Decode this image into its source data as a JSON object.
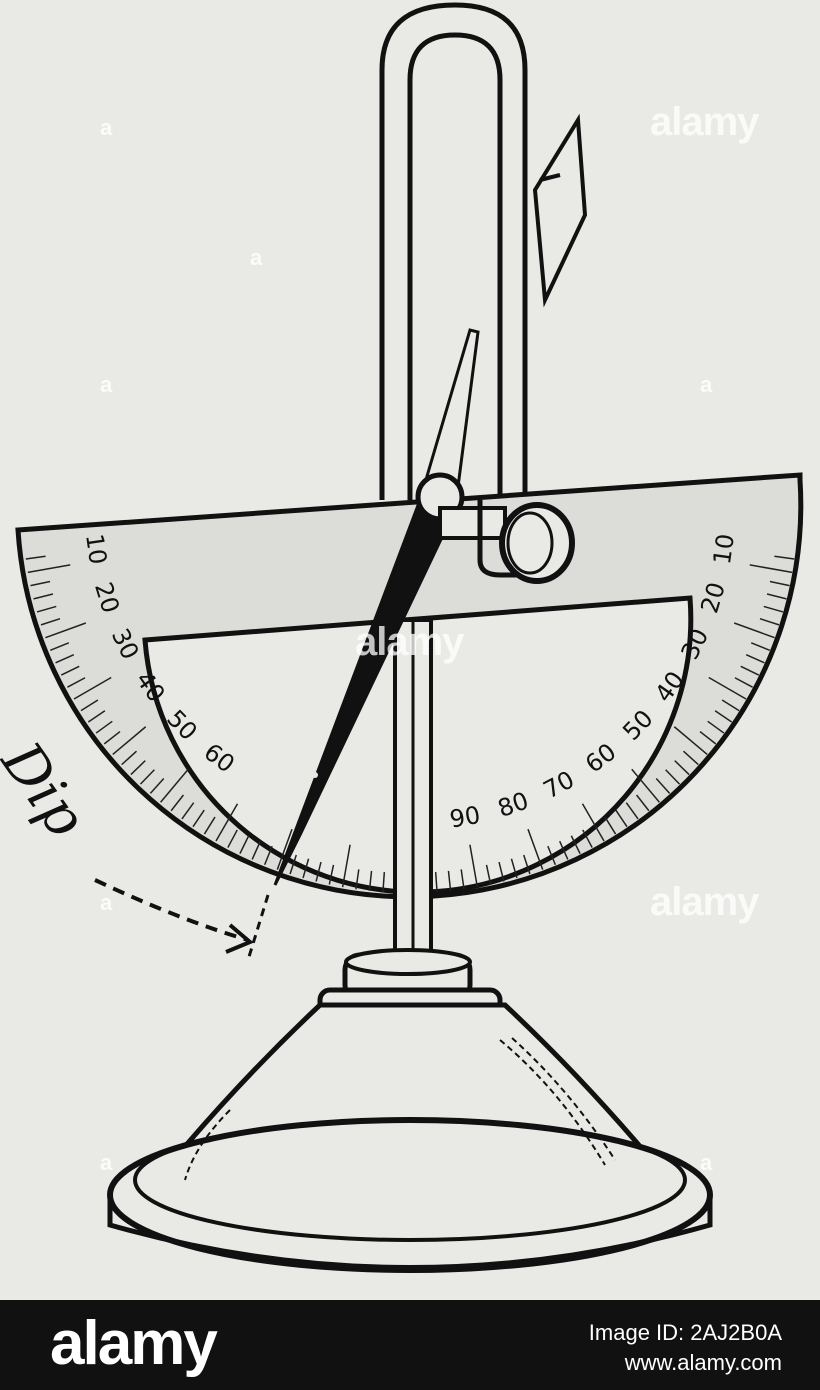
{
  "figure": {
    "dip_label": "Dip",
    "left_scale_labels": [
      "10",
      "20",
      "30",
      "40",
      "50",
      "60"
    ],
    "right_scale_labels": [
      "10",
      "20",
      "30",
      "40",
      "50",
      "60",
      "70",
      "80",
      "90",
      "80"
    ]
  },
  "watermark": {
    "brand": "alamy",
    "brand_small": "a"
  },
  "footer": {
    "logo": "alamy",
    "image_id": "Image ID: 2AJ2B0A",
    "url": "www.alamy.com"
  },
  "colors": {
    "paper": "#e9e9e6",
    "ink": "#111111",
    "dial_fill": "#dcdcd8",
    "footer_bg": "#111111"
  }
}
